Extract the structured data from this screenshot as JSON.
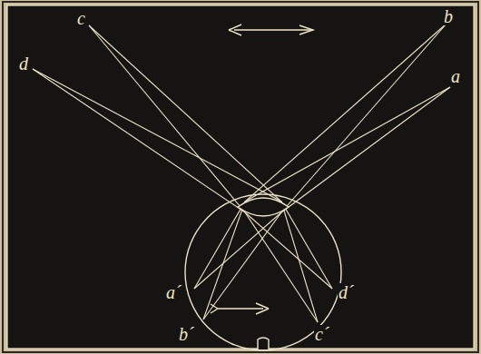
{
  "diagram": {
    "labels": [
      "a",
      "b",
      "c",
      "d",
      "a´",
      "b´",
      "c´",
      "d´"
    ]
  }
}
